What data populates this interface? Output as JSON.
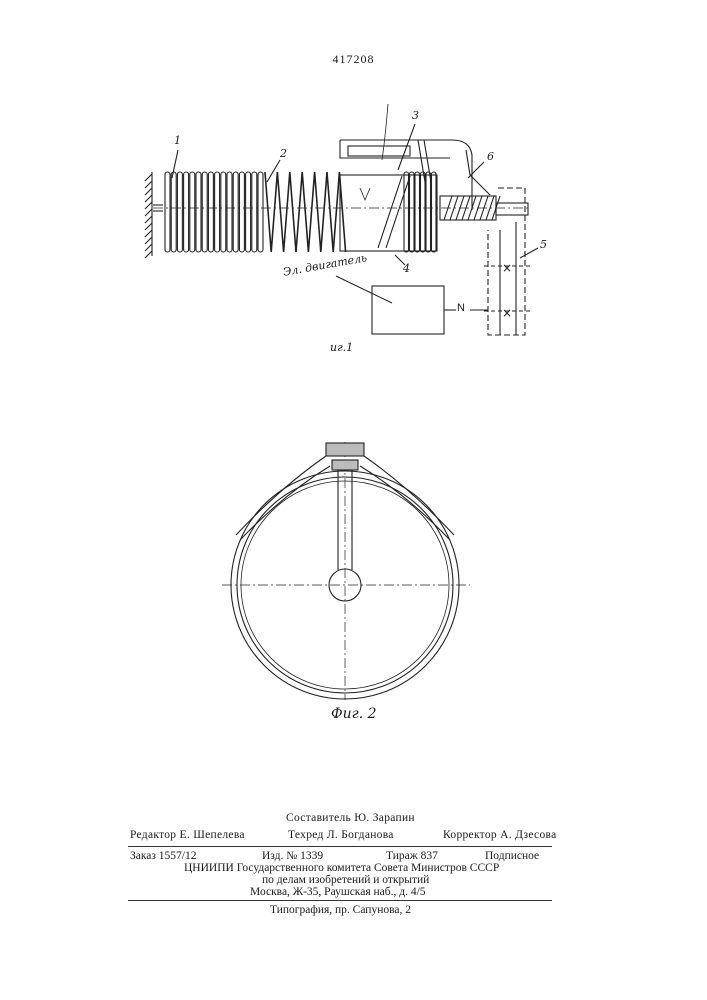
{
  "header": {
    "patent_number": "417208"
  },
  "figure1": {
    "labels": [
      "1",
      "2",
      "3",
      "4",
      "5",
      "6"
    ],
    "motor_label": "Эл. двигатель",
    "n_label": "N",
    "caption": "иг.1"
  },
  "figure2": {
    "caption": "Фиг. 2"
  },
  "footer": {
    "compiler": "Составитель Ю. Зарапин",
    "editor": "Редактор Е. Шепелева",
    "techred": "Техред Л. Богданова",
    "corrector": "Корректор А. Дзесова",
    "order": "Заказ 1557/12",
    "edition": "Изд. № 1339",
    "circulation": "Тираж 837",
    "subscription": "Подписное",
    "org_line1": "ЦНИИПИ Государственного комитета Совета Министров СССР",
    "org_line2": "по делам изобретений и открытий",
    "address": "Москва, Ж-35, Раушская наб., д. 4/5",
    "printer": "Типография, пр. Сапунова, 2"
  }
}
